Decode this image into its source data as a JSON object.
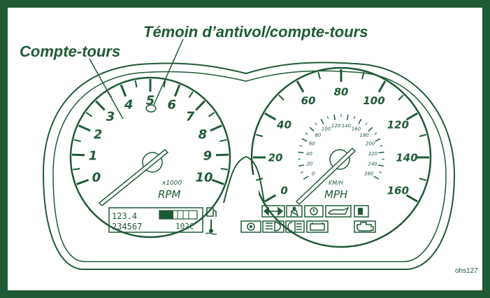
{
  "callouts": {
    "tachometer": "Compte-tours",
    "indicator": "Témoin d’antivol/compte-tours"
  },
  "figure_code": "ohs127",
  "tachometer": {
    "ticks": [
      "0",
      "1",
      "2",
      "3",
      "4",
      "5",
      "6",
      "7",
      "8",
      "9",
      "10"
    ],
    "multiplier": "x1000",
    "unit": "RPM"
  },
  "speedometer": {
    "mph_ticks": [
      "0",
      "20",
      "40",
      "60",
      "80",
      "100",
      "120",
      "140",
      "160"
    ],
    "kmh_ticks": [
      "0",
      "20",
      "40",
      "60",
      "80",
      "100",
      "120",
      "140",
      "160",
      "180",
      "200",
      "220",
      "240",
      "260"
    ],
    "kmh_unit": "KM/H",
    "unit": "MPH"
  },
  "display": {
    "trip": "123.4",
    "odometer": "234567",
    "temperature": "102C"
  },
  "colors": {
    "primary": "#1f5a36",
    "background": "#ffffff"
  },
  "warning_icons": [
    "turn-signal-icon",
    "seatbelt-icon",
    "brake-icon",
    "oil-pressure-icon",
    "fuel-icon",
    "airbag-icon",
    "headlight-icon",
    "fog-light-icon",
    "battery-icon",
    "engine-icon"
  ]
}
